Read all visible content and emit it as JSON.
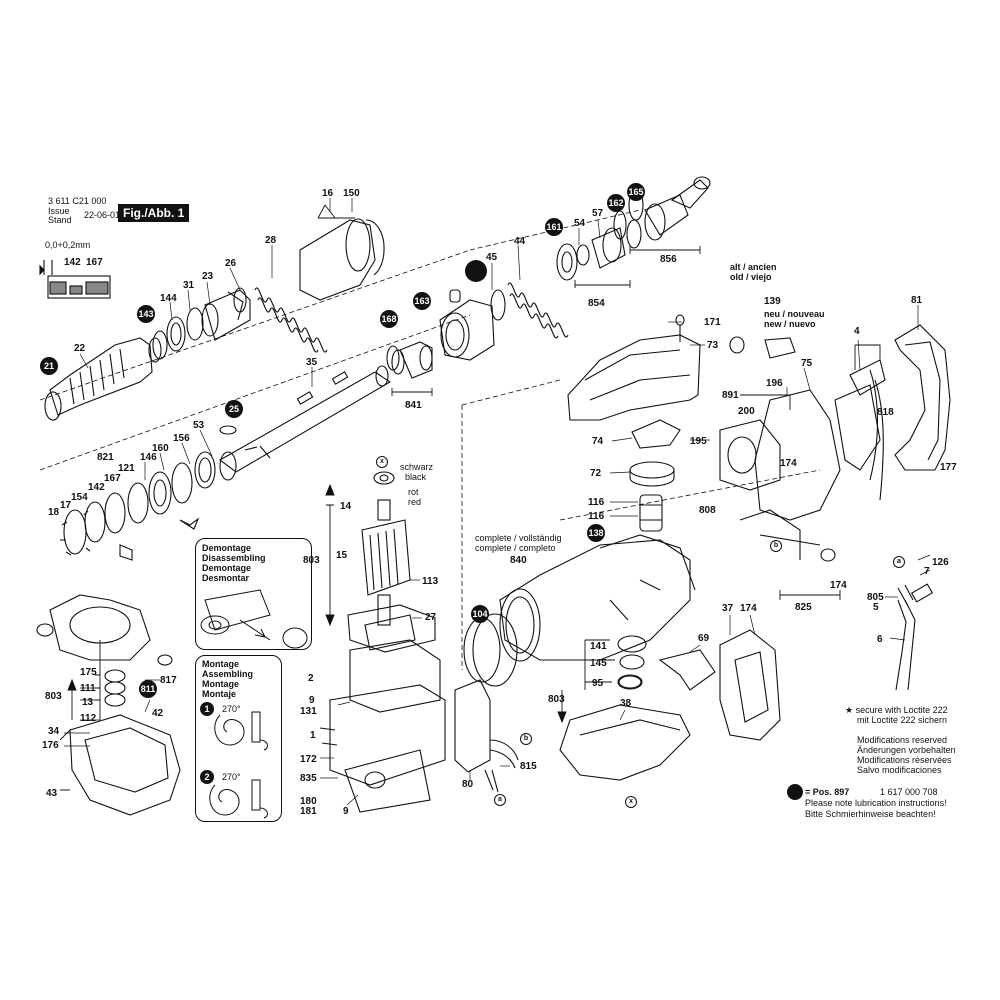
{
  "header": {
    "doc_number": "3 611 C21 000",
    "issue": "Issue",
    "stand": "Stand",
    "date": "22-06-01",
    "fig": "Fig./Abb. 1",
    "tolerance": "0,0+0,2mm"
  },
  "labels": {
    "l16": "16",
    "l150": "150",
    "l28": "28",
    "l26": "26",
    "l23": "23",
    "l31": "31",
    "l144": "144",
    "l22": "22",
    "l142a": "142",
    "l167a": "167",
    "l35": "35",
    "l53": "53",
    "l156": "156",
    "l160": "160",
    "l146": "146",
    "l821": "821",
    "l121": "121",
    "l167b": "167",
    "l142b": "142",
    "l154": "154",
    "l17": "17",
    "l18": "18",
    "l45": "45",
    "l44": "44",
    "l54": "54",
    "l57": "57",
    "l854": "854",
    "l856": "856",
    "l841": "841",
    "l171": "171",
    "l73": "73",
    "l139": "139",
    "l81": "81",
    "l4": "4",
    "l75": "75",
    "l891": "891",
    "l200": "200",
    "l196": "196",
    "l818": "818",
    "l195": "195",
    "l174a": "174",
    "l177": "177",
    "l74": "74",
    "l72": "72",
    "l116a": "116",
    "l116b": "116",
    "l808": "808",
    "l174b": "174",
    "l825": "825",
    "l126": "126",
    "l7": "7",
    "l805": "805",
    "l5": "5",
    "l6": "6",
    "l14": "14",
    "l803a": "803",
    "l15": "15",
    "l113": "113",
    "l27": "27",
    "l2": "2",
    "l9a": "9",
    "l131": "131",
    "l1": "1",
    "l172": "172",
    "l835": "835",
    "l180": "180",
    "l181": "181",
    "l9b": "9",
    "l840": "840",
    "l37": "37",
    "l174c": "174",
    "l69": "69",
    "l141": "141",
    "l145": "145",
    "l95": "95",
    "l803b": "803",
    "l38": "38",
    "l80": "80",
    "l815": "815",
    "l175": "175",
    "l803c": "803",
    "l111": "111",
    "l13": "13",
    "l112": "112",
    "l817": "817",
    "l42": "42",
    "l34": "34",
    "l176": "176",
    "l43": "43"
  },
  "colors": {
    "schwarz": "schwarz",
    "black": "black",
    "rot": "rot",
    "red": "red"
  },
  "complete": {
    "line1": "complete / vollständig",
    "line2": "complete / completo"
  },
  "alt": {
    "line1": "alt / ancien",
    "line2": "old / viejo"
  },
  "neu": {
    "line1": "neu / nouveau",
    "line2": "new / nuevo"
  },
  "dots": {
    "d21": "21",
    "d143": "143",
    "d25": "25",
    "d168": "168",
    "d163": "163",
    "d161": "161",
    "d162": "162",
    "d165": "165",
    "d138": "138",
    "d104": "104",
    "d811": "811"
  },
  "rings": {
    "x": "x",
    "a": "a",
    "b": "b"
  },
  "disassembly": {
    "title": [
      "Demontage",
      "Disassembling",
      "Demontage",
      "Desmontar"
    ]
  },
  "assembly": {
    "title": [
      "Montage",
      "Assembling",
      "Montage",
      "Montaje"
    ],
    "step1": "1",
    "step2": "2",
    "angle1": "270°",
    "angle2": "270°"
  },
  "notes": {
    "loctite": [
      "★ secure with Loctite 222",
      "mit Loctite 222 sichern"
    ],
    "modifications": [
      "Modifications reserved",
      "Änderungen vorbehalten",
      "Modifications réservées",
      "Salvo modificaciones"
    ],
    "pos": "= Pos. 897",
    "pos_number": "1 617 000 708",
    "lubrication": [
      "Please note lubrication instructions!",
      "Bitte Schmierhinweise beachten!"
    ]
  }
}
